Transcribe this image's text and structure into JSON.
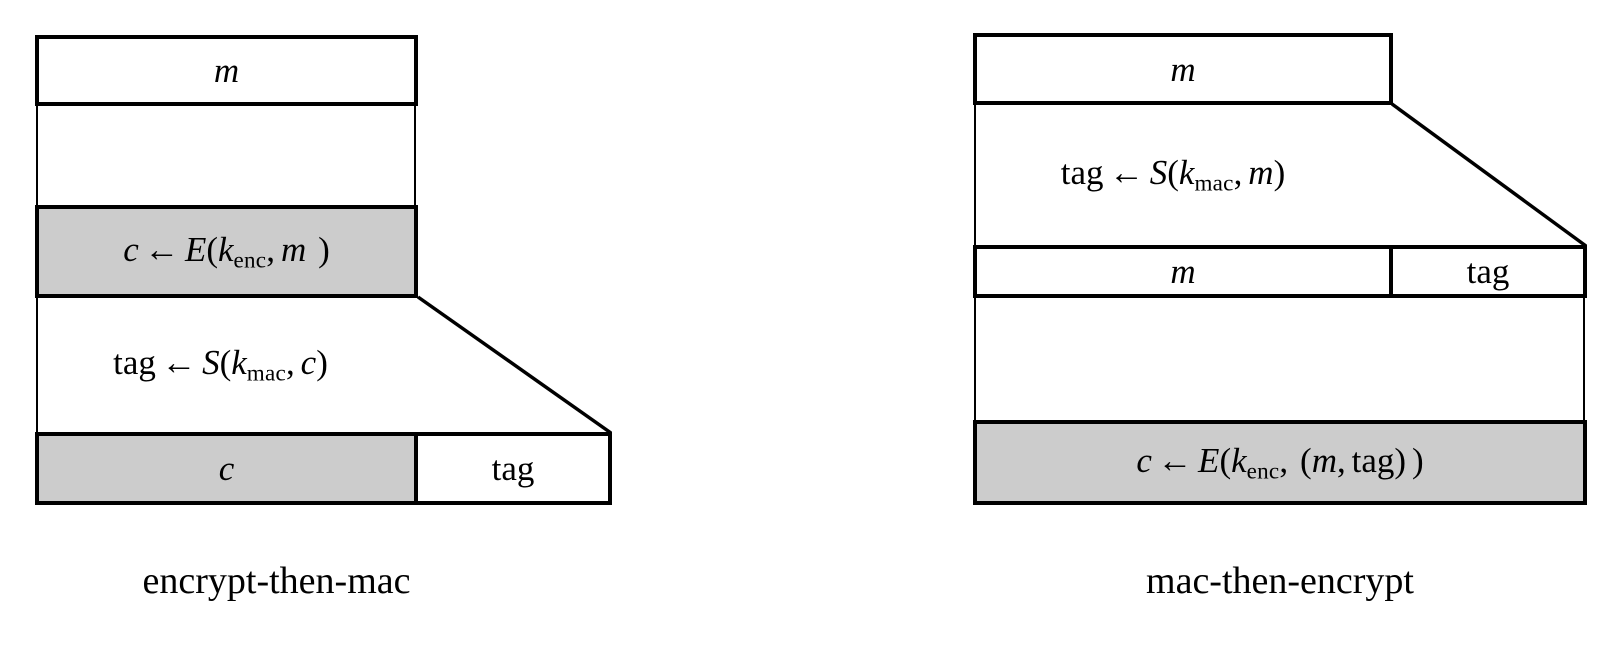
{
  "figure": {
    "title_present": false,
    "background_color": "#ffffff",
    "line_color": "#000000",
    "shaded_fill": "#cccccc",
    "unshaded_fill": "#ffffff"
  },
  "diagrams": [
    {
      "id": "encrypt-then-mac",
      "caption": "encrypt-then-mac",
      "rows": [
        {
          "id": "plaintext-row",
          "kind": "box",
          "shaded": false,
          "cells": [
            {
              "id": "m-cell",
              "label": "m",
              "style": "italic",
              "shaded": false
            }
          ]
        },
        {
          "id": "encrypt-step-row",
          "kind": "box",
          "shaded": true,
          "cells": [
            {
              "id": "encrypt-formula-cell",
              "label": "c ← E(k_enc, m )",
              "style": "formula",
              "shaded": true
            }
          ]
        },
        {
          "id": "mac-step-band",
          "kind": "band",
          "shaded": false,
          "cells": [
            {
              "id": "mac-formula-cell",
              "label": "tag ← S(k_mac, c)",
              "style": "formula",
              "shaded": false
            }
          ]
        },
        {
          "id": "output-row",
          "kind": "box",
          "shaded": false,
          "cells": [
            {
              "id": "ciphertext-cell",
              "label": "c",
              "style": "italic",
              "shaded": true
            },
            {
              "id": "tag-cell",
              "label": "tag",
              "style": "roman",
              "shaded": false
            }
          ]
        }
      ]
    },
    {
      "id": "mac-then-encrypt",
      "caption": "mac-then-encrypt",
      "rows": [
        {
          "id": "plaintext-row",
          "kind": "box",
          "shaded": false,
          "cells": [
            {
              "id": "m-cell",
              "label": "m",
              "style": "italic",
              "shaded": false
            }
          ]
        },
        {
          "id": "mac-step-band",
          "kind": "band",
          "shaded": false,
          "cells": [
            {
              "id": "mac-formula-cell",
              "label": "tag ← S(k_mac, m)",
              "style": "formula",
              "shaded": false
            }
          ]
        },
        {
          "id": "message-tag-row",
          "kind": "box",
          "shaded": false,
          "cells": [
            {
              "id": "message-cell",
              "label": "m",
              "style": "italic",
              "shaded": false
            },
            {
              "id": "tag-cell",
              "label": "tag",
              "style": "roman",
              "shaded": false
            }
          ]
        },
        {
          "id": "encrypt-step-row",
          "kind": "box",
          "shaded": true,
          "cells": [
            {
              "id": "encrypt-formula-cell",
              "label": "c ← E(k_enc, (m, tag) )",
              "style": "formula",
              "shaded": true
            }
          ]
        }
      ]
    }
  ],
  "labels": {
    "m": "m",
    "c": "c",
    "tag": "tag",
    "arrow": "←",
    "E": "E",
    "S": "S",
    "k": "k",
    "sub_enc": "enc",
    "sub_mac": "mac",
    "comma": ",",
    "lparen": "(",
    "rparen": ")",
    "caption_left": "encrypt-then-mac",
    "caption_right": "mac-then-encrypt"
  }
}
